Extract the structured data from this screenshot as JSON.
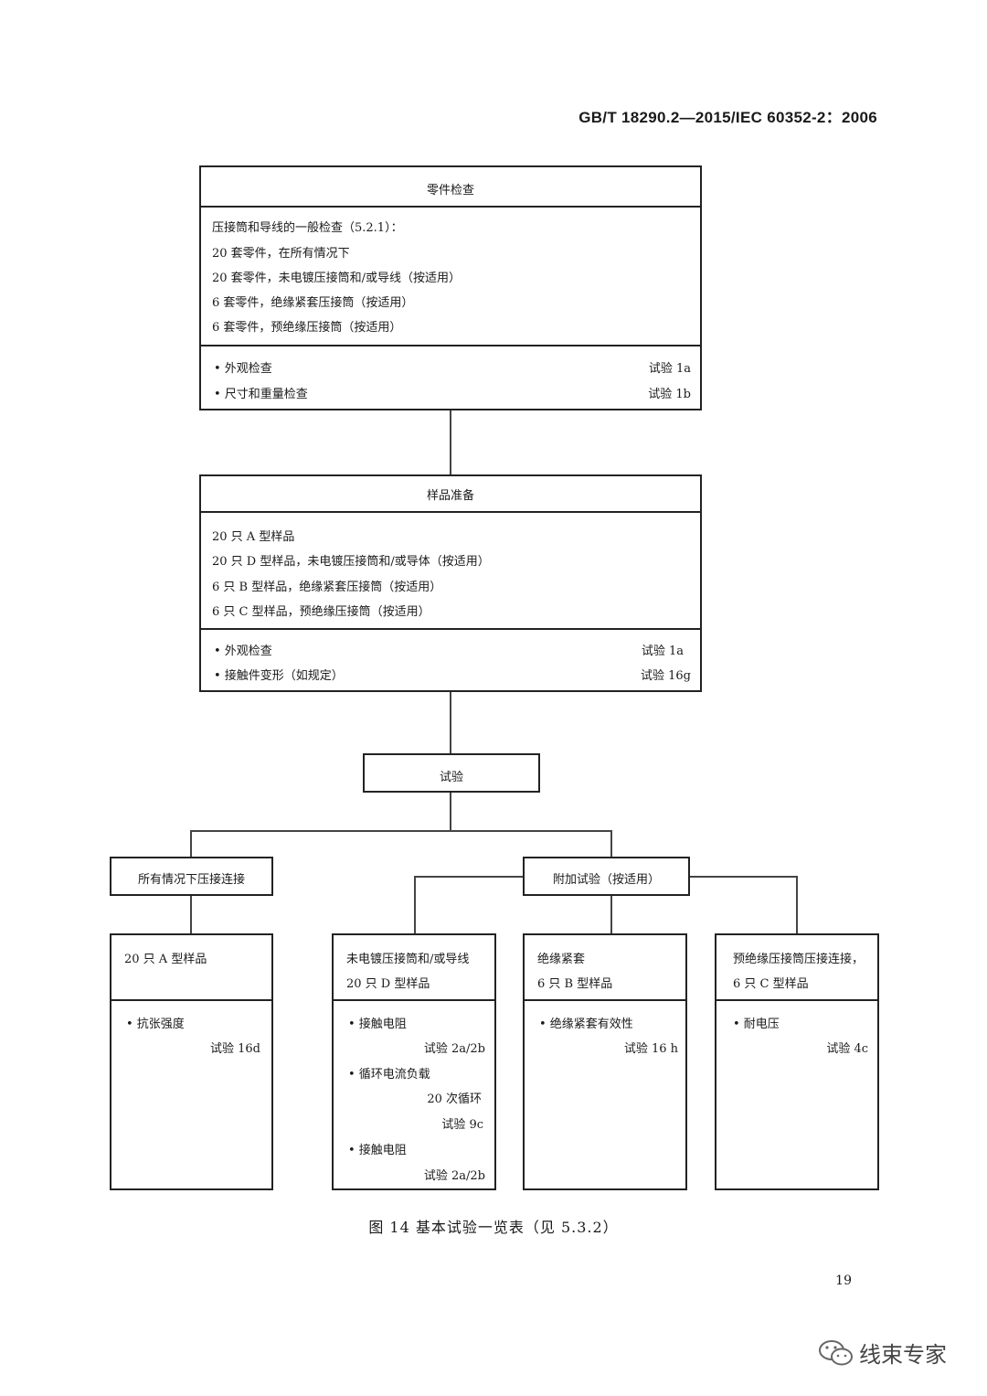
{
  "header": "GB/T  18290.2—2015/IEC 60352-2：2006",
  "box1": {
    "title": "零件检查",
    "lines": [
      "压接筒和导线的一般检查（5.2.1）：",
      "20 套零件，在所有情况下",
      "20 套零件，未电镀压接筒和/或导线（按适用）",
      "6 套零件，绝缘紧套压接筒（按适用）",
      "6 套零件，预绝缘压接筒（按适用）"
    ],
    "tests": [
      {
        "label": "• 外观检查",
        "ref": "试验 1a"
      },
      {
        "label": "• 尺寸和重量检查",
        "ref": "试验 1b"
      }
    ]
  },
  "box2": {
    "title": "样品准备",
    "lines": [
      "20 只 A 型样品",
      "20 只 D 型样品，未电镀压接筒和/或导体（按适用）",
      "6 只 B 型样品，绝缘紧套压接筒（按适用）",
      "6 只 C 型样品，预绝缘压接筒（按适用）"
    ],
    "tests": [
      {
        "label": "•  外观检查",
        "ref": "试验 1a"
      },
      {
        "label": "•  接触件变形（如规定）",
        "ref": "试验 16g"
      }
    ]
  },
  "test_box": "试验",
  "branch_left": "所有情况下压接连接",
  "branch_right": "附加试验（按适用）",
  "leaf_a": {
    "head": [
      "20 只 A 型样品"
    ],
    "items": [
      "•  抗张强度",
      "试验 16d"
    ]
  },
  "leaf_d": {
    "head": [
      "未电镀压接筒和/或导线",
      "20 只 D 型样品"
    ],
    "items": [
      "•  接触电阻",
      "试验 2a/2b",
      "•  循环电流负载",
      "20 次循环",
      "试验 9c",
      "•  接触电阻",
      "试验 2a/2b"
    ]
  },
  "leaf_b": {
    "head": [
      "绝缘紧套",
      "6 只 B 型样品"
    ],
    "items": [
      "•  绝缘紧套有效性",
      "试验 16 h"
    ]
  },
  "leaf_c": {
    "head": [
      "预绝缘压接筒压接连接，",
      "6 只 C 型样品"
    ],
    "items": [
      "•  耐电压",
      "试验 4c"
    ]
  },
  "caption": "图 14   基本试验一览表（见 5.3.2）",
  "page_number": "19",
  "watermark": "线束专家"
}
